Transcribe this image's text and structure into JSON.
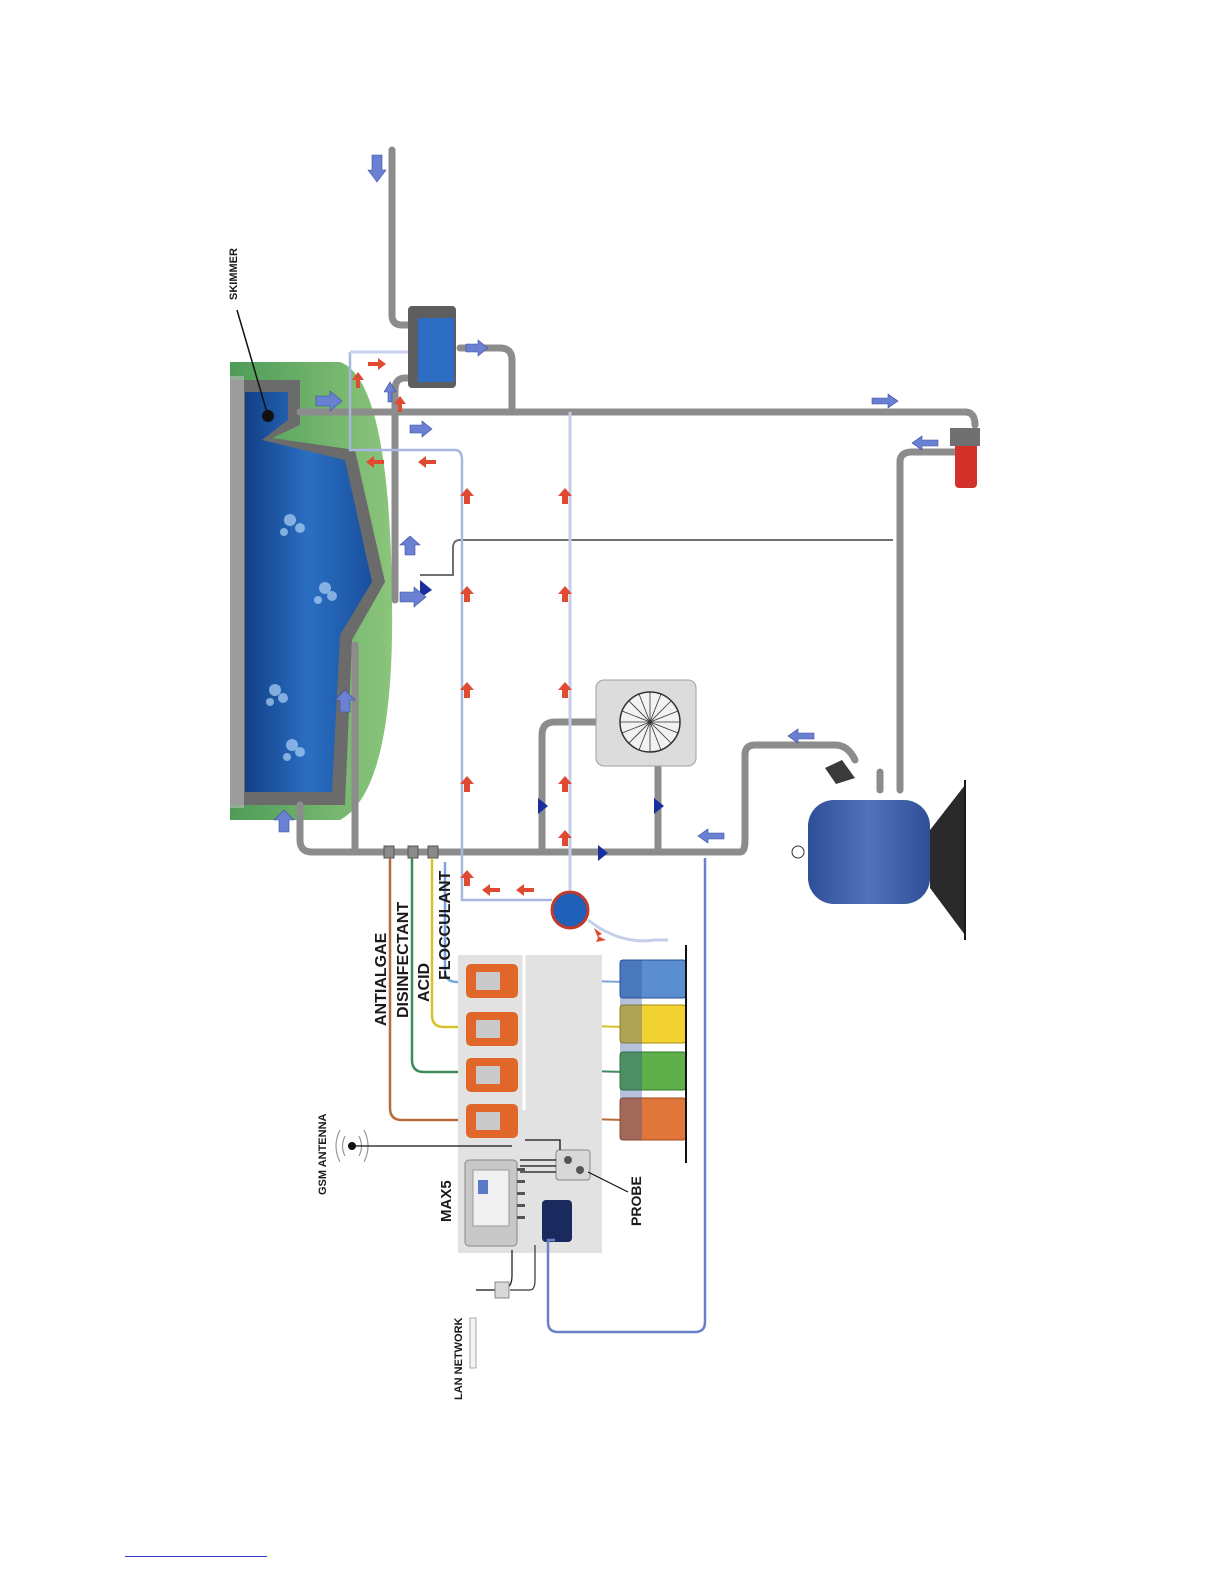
{
  "labels": {
    "skimmer": "SKIMMER",
    "gsm_antenna": "GSM ANTENNA",
    "lan_network": "LAN NETWORK",
    "controller": "MAX5",
    "probe": "PROBE",
    "antialgae": "ANTIALGAE",
    "disinfectant": "DISINFECTANT",
    "acid": "ACID",
    "flocculant": "FLOCCULANT"
  },
  "colors": {
    "pool_water": "#1f5fb0",
    "pool_wall": "#6b6b6b",
    "grass": "#6fb36a",
    "pipe": "#8c8c8c",
    "flow_arrow_blue": "#5a6fc4",
    "flow_arrow_red": "#d63a2a",
    "filter_tank": "#3d5ea8",
    "pump_orange": "#e0662a",
    "antialgae_line": "#b86a3a",
    "disinfectant_line": "#3d8a5a",
    "acid_line": "#d8c02a",
    "flocculant_line": "#7aa6d6",
    "tank_blue": "#5a8ed0",
    "tank_yellow": "#f2d230",
    "tank_green": "#5fb04a",
    "tank_orange": "#e0763a",
    "panel": "#e6e6e6"
  },
  "icons": [
    "gsm-antenna-icon",
    "lan-network-icon",
    "controller-icon",
    "probe-holder-icon",
    "dosing-pump-icon",
    "chemical-tank-icon",
    "filter-tank-icon",
    "pump-icon",
    "heat-exchanger-icon",
    "flow-cell-icon",
    "valve-icon",
    "skimmer-icon"
  ]
}
